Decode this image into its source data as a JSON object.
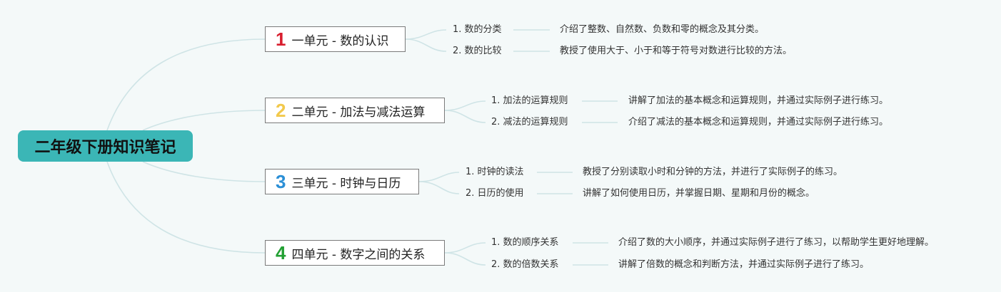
{
  "root": {
    "title": "二年级下册知识笔记"
  },
  "colors": {
    "root_bg": "#3bb6b6",
    "link": "#cfe4e6",
    "unit_numbers": [
      "#d81e2e",
      "#f2c94c",
      "#2b8fd6",
      "#22a033"
    ]
  },
  "units": [
    {
      "number": "1",
      "title": "一单元 - 数的认识",
      "topics": [
        {
          "label": "1. 数的分类",
          "desc": "介绍了整数、自然数、负数和零的概念及其分类。"
        },
        {
          "label": "2. 数的比较",
          "desc": "教授了使用大于、小于和等于符号对数进行比较的方法。"
        }
      ]
    },
    {
      "number": "2",
      "title": "二单元 - 加法与减法运算",
      "topics": [
        {
          "label": "1. 加法的运算规则",
          "desc": "讲解了加法的基本概念和运算规则，并通过实际例子进行练习。"
        },
        {
          "label": "2. 减法的运算规则",
          "desc": "介绍了减法的基本概念和运算规则，并通过实际例子进行练习。"
        }
      ]
    },
    {
      "number": "3",
      "title": "三单元 - 时钟与日历",
      "topics": [
        {
          "label": "1. 时钟的读法",
          "desc": "教授了分别读取小时和分钟的方法，并进行了实际例子的练习。"
        },
        {
          "label": "2. 日历的使用",
          "desc": "讲解了如何使用日历，并掌握日期、星期和月份的概念。"
        }
      ]
    },
    {
      "number": "4",
      "title": "四单元 - 数字之间的关系",
      "topics": [
        {
          "label": "1. 数的顺序关系",
          "desc": "介绍了数的大小顺序，并通过实际例子进行了练习，以帮助学生更好地理解。"
        },
        {
          "label": "2. 数的倍数关系",
          "desc": "讲解了倍数的概念和判断方法，并通过实际例子进行了练习。"
        }
      ]
    }
  ]
}
